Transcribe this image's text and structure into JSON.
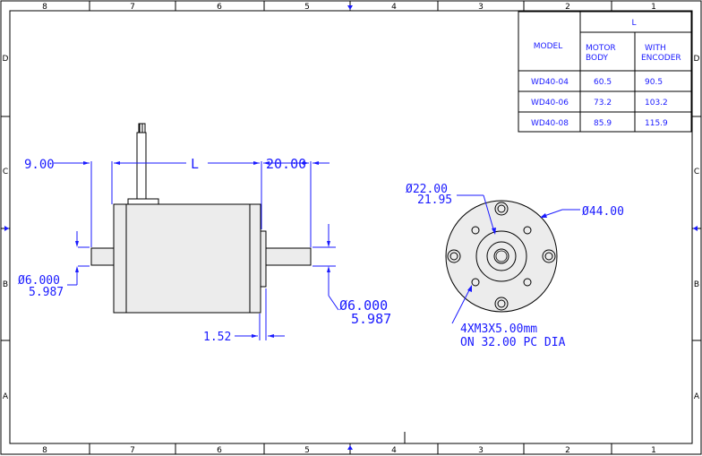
{
  "colors": {
    "line": "#1a1aff",
    "frame": "#000000",
    "body": "#ececec"
  },
  "border": {
    "columns": [
      "8",
      "7",
      "6",
      "5",
      "4",
      "3",
      "2",
      "1"
    ],
    "rows": [
      "D",
      "C",
      "B",
      "A"
    ]
  },
  "table": {
    "model_header": "MODEL",
    "l_header": "L",
    "motor_body_line1": "MOTOR",
    "motor_body_line2": "BODY",
    "with_encoder_line1": "WITH",
    "with_encoder_line2": "ENCODER",
    "rows": [
      {
        "model": "WD40-04",
        "motor_body": "60.5",
        "with_encoder": "90.5"
      },
      {
        "model": "WD40-06",
        "motor_body": "73.2",
        "with_encoder": "103.2"
      },
      {
        "model": "WD40-08",
        "motor_body": "85.9",
        "with_encoder": "115.9"
      }
    ]
  },
  "side_view": {
    "dim_left": "9.00",
    "dim_l": "L",
    "dim_right": "20.00",
    "shaft_left_1": "Ø6.000",
    "shaft_left_2": "5.987",
    "shaft_right_1": "Ø6.000",
    "shaft_right_2": "5.987",
    "flange": "1.52"
  },
  "front_view": {
    "pilot_1": "Ø22.00",
    "pilot_2": "21.95",
    "outer": "Ø44.00",
    "holes_1": "4XM3X5.00mm",
    "holes_2": "ON 32.00 PC DIA"
  }
}
